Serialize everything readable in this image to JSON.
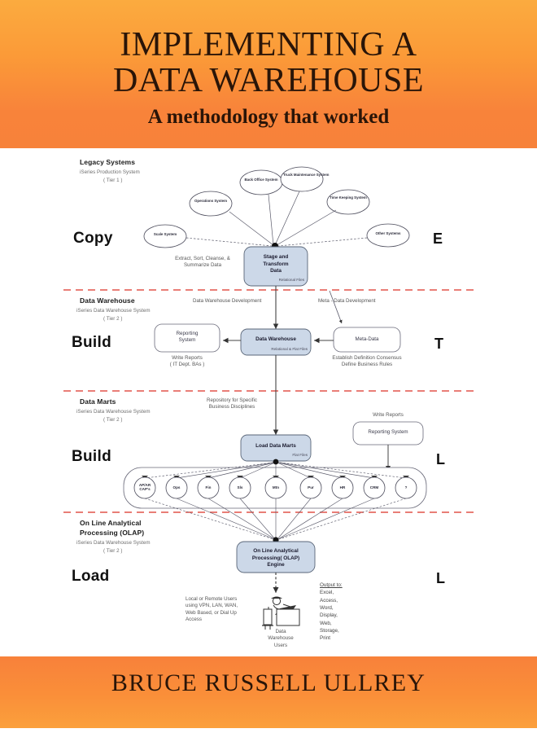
{
  "cover": {
    "title_line1": "IMPLEMENTING A",
    "title_line2": "DATA WAREHOUSE",
    "subtitle": "A methodology that worked",
    "author": "BRUCE RUSSELL ULLREY",
    "band_color": "#f8833a",
    "accent_color": "#fbab3f",
    "divider_color": "#e2534a"
  },
  "diagram": {
    "etl_letters": [
      "E",
      "T",
      "L",
      "L"
    ],
    "tiers": [
      {
        "id": "legacy",
        "title": "Legacy Systems",
        "subtitle_line1": "iSeries Production System",
        "subtitle_line2": "( Tier 1 )",
        "verb": "Copy",
        "etl": "E",
        "process_box": {
          "label_line1": "Stage and",
          "label_line2": "Transform",
          "label_line3": "Data",
          "file_tag": "Relational Files"
        },
        "annotation_line1": "Extract, Sort, Cleanse, &",
        "annotation_line2": "Summarize Data",
        "sources": [
          "Operations System",
          "Back Office System",
          "Truck Maintenance System",
          "Time Keeping System",
          "Scale System",
          "Other Systems"
        ]
      },
      {
        "id": "data-warehouse",
        "title": "Data Warehouse",
        "subtitle_line1": "iSeries Data Warehouse System",
        "subtitle_line2": "( Tier 2 )",
        "verb": "Build",
        "etl": "T",
        "flow_label_left": "Data Warehouse Development",
        "flow_label_right": "Meta - Data Development",
        "process_box": {
          "label_line1": "Data Warehouse",
          "file_tag": "Relational & Flat Files"
        },
        "left_box": {
          "label_line1": "Reporting",
          "label_line2": "System",
          "note_line1": "Write Reports",
          "note_line2": "( IT Dept. BAs )"
        },
        "right_box": {
          "label_line1": "Meta-Data",
          "note_line1": "Establish Definition Consensus",
          "note_line2": "Define Business Rules"
        }
      },
      {
        "id": "data-marts",
        "title": "Data Marts",
        "subtitle_line1": "iSeries Data Warehouse System",
        "subtitle_line2": "( Tier 2 )",
        "verb": "Build",
        "etl": "L",
        "annotation_line1": "Repository for Specific",
        "annotation_line2": "Business Disciplines",
        "process_box": {
          "label_line1": "Load Data Marts",
          "file_tag": "Flat Files"
        },
        "right_box": {
          "note_line1": "Write Reports",
          "label_line1": "Reporting System"
        },
        "marts": [
          "AP/AR\nCAP's",
          "Ops",
          "Fin",
          "Sls",
          "Mtn",
          "Pur",
          "HR",
          "CRM",
          "?"
        ]
      },
      {
        "id": "olap",
        "title_line1": "On Line Analytical",
        "title_line2": "Processing  (OLAP)",
        "subtitle_line1": "iSeries Data Warehouse System",
        "subtitle_line2": "( Tier 2 )",
        "verb": "Load",
        "etl": "L",
        "process_box": {
          "label_line1": "On Line Analytical",
          "label_line2": "Processing( OLAP)",
          "label_line3": "Engine"
        },
        "users_note_line1": "Local or Remote Users",
        "users_note_line2": "using VPN, LAN, WAN,",
        "users_note_line3": "Web Based, or Dial Up",
        "users_note_line4": "Access",
        "users_label_line1": "Data",
        "users_label_line2": "Warehouse",
        "users_label_line3": "Users",
        "outputs_heading": "Output to:",
        "outputs": [
          "Excel,",
          "Access,",
          "Word,",
          "Display,",
          "Web,",
          "Storage,",
          "Print"
        ]
      }
    ]
  }
}
